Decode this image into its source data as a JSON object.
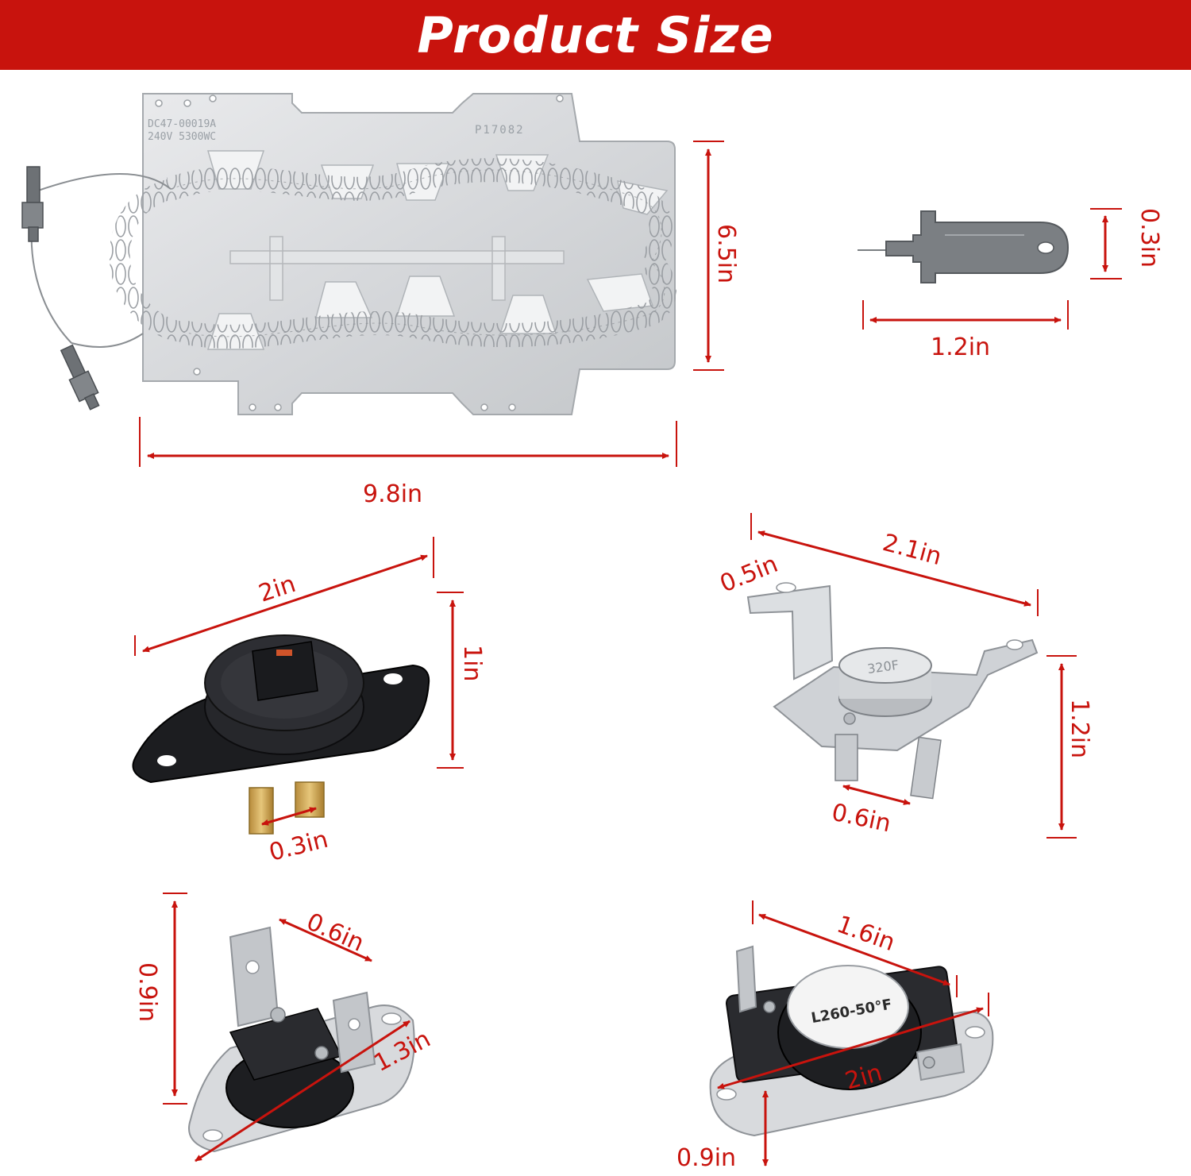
{
  "banner": {
    "title": "Product Size",
    "color": "#c8130d"
  },
  "heater": {
    "plate_text_1": "DC47-00019A",
    "plate_text_2": "240V 5300WC",
    "plate_code": "P17082",
    "height_label": "6.5in",
    "width_label": "9.8in"
  },
  "terminal": {
    "height_label": "0.3in",
    "width_label": "1.2in"
  },
  "thermostat_black": {
    "width_label": "2in",
    "height_label": "1in",
    "terminal_gap_label": "0.3in"
  },
  "bracket_fuse": {
    "label_320": "320F",
    "hole_label": "0.5in",
    "width_label": "2.1in",
    "height_label": "1.2in",
    "terminal_gap_label": "0.6in"
  },
  "small_thermostat": {
    "height_label": "0.9in",
    "terminal_label": "0.6in",
    "width_label": "1.3in"
  },
  "limit_thermostat": {
    "face_text": "L260-50°F",
    "top_label": "1.6in",
    "width_label": "2in",
    "height_label": "0.9in"
  }
}
